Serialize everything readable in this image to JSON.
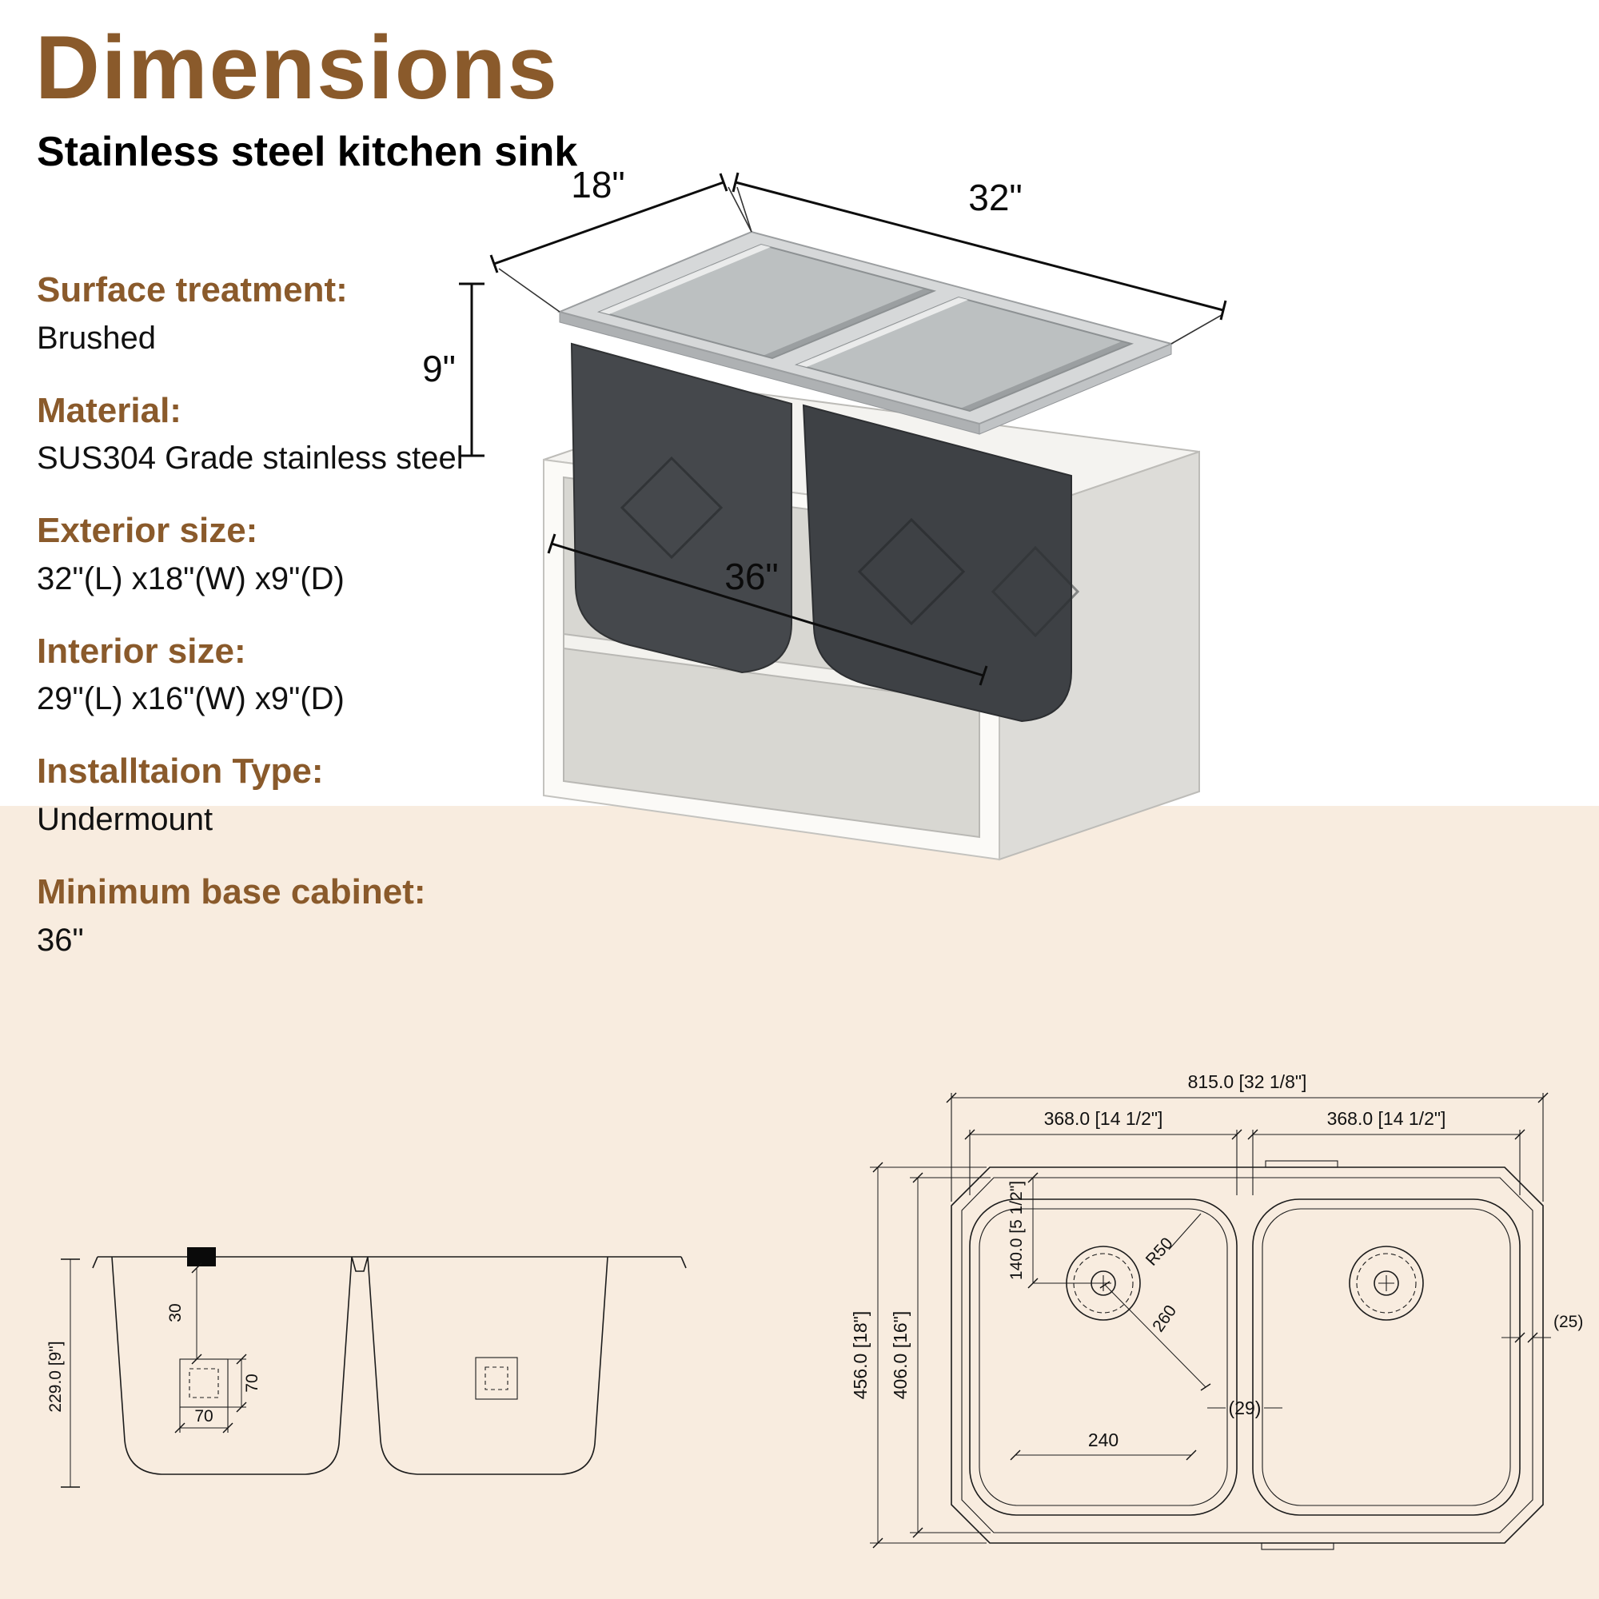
{
  "page": {
    "title": "Dimensions",
    "subtitle": "Stainless steel kitchen sink"
  },
  "colors": {
    "accent": "#8a5a2b",
    "bottom_band": "#f8ecdf"
  },
  "specs": [
    {
      "label": "Surface treatment:",
      "value": "Brushed"
    },
    {
      "label": "Material:",
      "value": "SUS304 Grade stainless steel"
    },
    {
      "label": "Exterior size:",
      "value": "32\"(L) x18\"(W) x9\"(D)"
    },
    {
      "label": "Interior size:",
      "value": "29\"(L) x16\"(W) x9\"(D)"
    },
    {
      "label": "Installtaion Type:",
      "value": "Undermount"
    },
    {
      "label": "Minimum base cabinet:",
      "value": "36\""
    }
  ],
  "illustration": {
    "width_label": "18\"",
    "length_label": "32\"",
    "depth_label": "9\"",
    "cabinet_label": "36\""
  },
  "side_view": {
    "overall_depth": "229.0 [9\"]",
    "dim_30": "30",
    "dim_70_vertical": "70",
    "dim_70_horizontal": "70"
  },
  "top_view": {
    "overall_length": "815.0 [32 1/8\"]",
    "left_bowl_length": "368.0 [14 1/2\"]",
    "right_bowl_length": "368.0 [14 1/2\"]",
    "overall_width": "456.0 [18\"]",
    "interior_width": "406.0 [16\"]",
    "drain_offset": "140.0 [5 1/2\"]",
    "corner_radius": "R50",
    "dim_260": "260",
    "dim_29": "(29)",
    "dim_240": "240",
    "dim_25": "(25)"
  }
}
